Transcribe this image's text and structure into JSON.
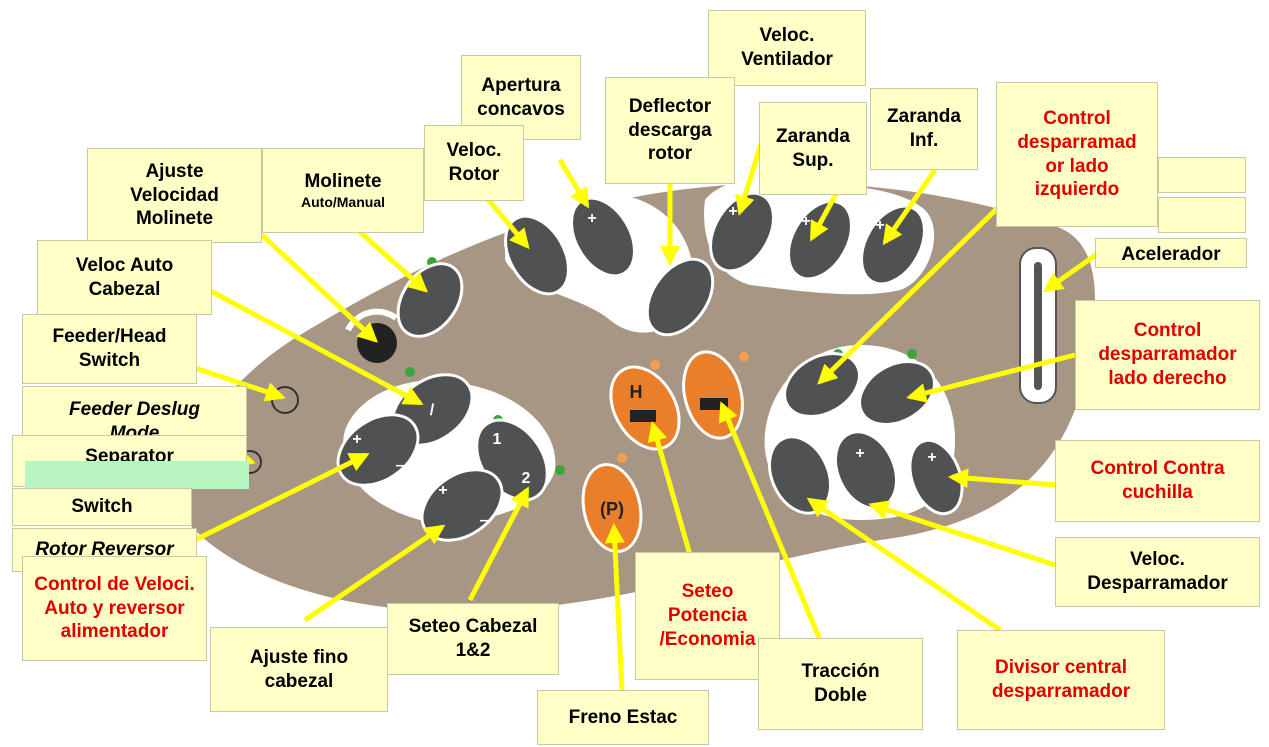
{
  "labels": {
    "veloc_ventilador": "Veloc.\nVentilador",
    "apertura_concavos": "Apertura\nconcavos",
    "deflector": "Deflector\ndescarga\nrotor",
    "zaranda_sup": "Zaranda\nSup.",
    "zaranda_inf": "Zaranda\nInf.",
    "control_izq": "Control\ndesparramad\nor lado\nizquierdo",
    "veloc_rotor": "Veloc.\nRotor",
    "molinete": "Molinete",
    "molinete_sub": "Auto/Manual",
    "ajuste_velocidad": "Ajuste\nVelocidad\nMolinete",
    "veloc_auto_cabezal": "Veloc Auto\nCabezal",
    "feeder_head": "Feeder/Head\nSwitch",
    "feeder_deslug": "Feeder Deslug\nMode",
    "separator": "Separator",
    "switch": "Switch",
    "rotor_reversor": "Rotor Reversor",
    "acelerador": "Acelerador",
    "control_der": "Control\ndesparramador\nlado derecho",
    "control_contra": "Control Contra\ncuchilla",
    "veloc_desparramador": "Veloc.\nDesparramador",
    "control_veloci": "Control de Veloci.\nAuto y reversor\nalimentador",
    "ajuste_fino": "Ajuste fino\ncabezal",
    "seteo_cabezal": "Seteo Cabezal\n1&2",
    "seteo_potencia": "Seteo\nPotencia\n/Economia",
    "traccion": "Tracción\nDoble",
    "divisor": "Divisor central\ndesparramador",
    "freno": "Freno Estac"
  },
  "button_glyphs": {
    "h": "H",
    "p": "(P)",
    "plus": "+",
    "minus": "–",
    "one": "1",
    "two": "2",
    "slash": "/"
  },
  "colors": {
    "panel": "#a89684",
    "button": "#505152",
    "button_highlight": "#ffffff",
    "orange_button": "#e97f2a",
    "led_green": "#3aa53a",
    "led_orange": "#f0a050",
    "arrow": "#ffff00",
    "label_bg": "#ffffc8",
    "red_text": "#e00000",
    "green_patch": "#b8f5c0"
  }
}
